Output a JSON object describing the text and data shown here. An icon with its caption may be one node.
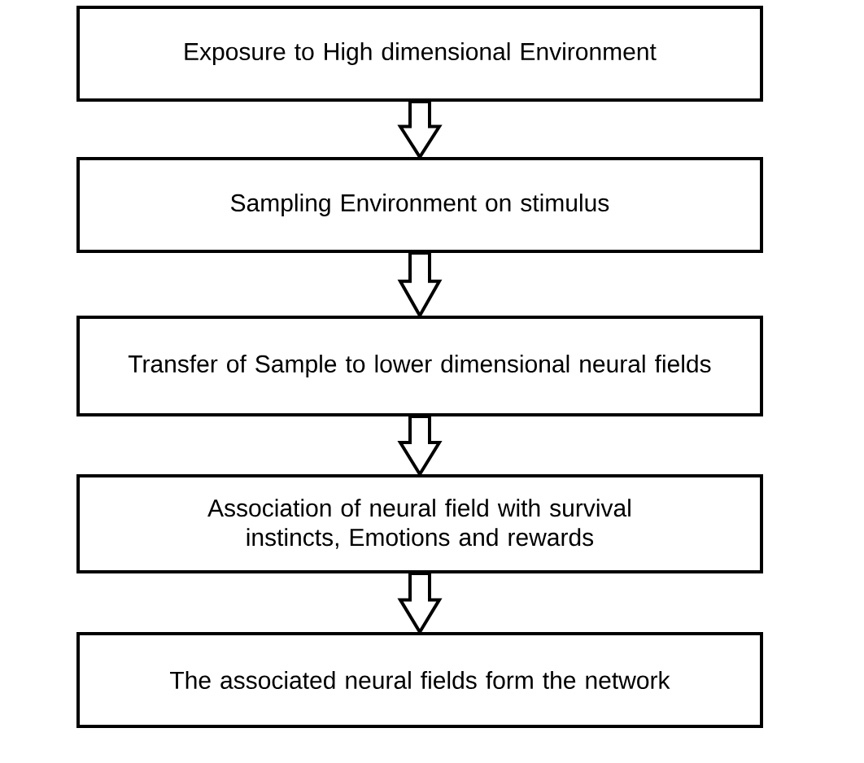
{
  "diagram": {
    "nodes": [
      {
        "text": [
          "Exposure to High dimensional Environment"
        ]
      },
      {
        "text": [
          "Sampling Environment on stimulus"
        ]
      },
      {
        "text": [
          "Transfer of Sample to lower dimensional neural fields"
        ]
      },
      {
        "text": [
          "Association of neural field with survival instincts, Emotions and rewards"
        ]
      },
      {
        "text": [
          "The associated neural fields form the network"
        ]
      }
    ],
    "edges": [
      {
        "from": 0,
        "to": 1,
        "arrow": "to"
      },
      {
        "from": 1,
        "to": 2,
        "arrow": "to"
      },
      {
        "from": 2,
        "to": 3,
        "arrow": "to"
      },
      {
        "from": 3,
        "to": 4,
        "arrow": "to"
      }
    ]
  }
}
